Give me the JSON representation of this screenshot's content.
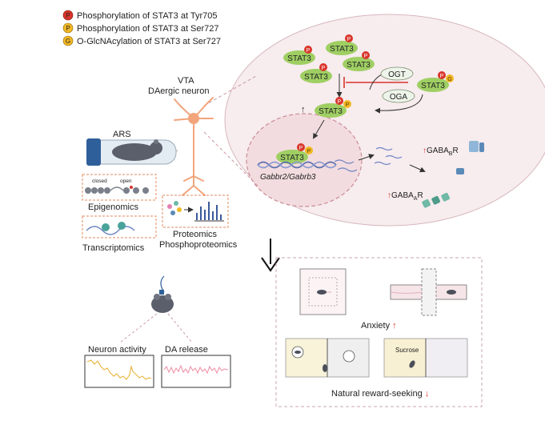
{
  "legend": {
    "items": [
      {
        "badge": "P",
        "color": "#d9352b",
        "text": "Phosphorylation of STAT3 at Tyr705"
      },
      {
        "badge": "P",
        "color": "#f2b824",
        "text": "Phosphorylation of STAT3 at Ser727"
      },
      {
        "badge": "G",
        "color": "#f2b824",
        "text": "O-GlcNAcylation of STAT3 at Ser727"
      }
    ]
  },
  "left": {
    "vta": "VTA",
    "neuron": "DAergic neuron",
    "ars": "ARS",
    "epi_closed": "closed",
    "epi_open": "open",
    "epigenomics": "Epigenomics",
    "transcriptomics": "Transcriptomics",
    "proteomics": "Proteomics",
    "phospho": "Phosphoproteomics"
  },
  "cell": {
    "stat3": "STAT3",
    "ogt": "OGT",
    "oga": "OGA",
    "gene": "Gabbr2/Gabrb3",
    "gaba_b": "GABA",
    "gaba_b_sub": "B",
    "gaba_b_r": "R",
    "gaba_a": "GABA",
    "gaba_a_sub": "A",
    "gaba_a_r": "R",
    "up_arrow": "↑"
  },
  "bottom": {
    "neuron_activity": "Neuron activity",
    "da_release": "DA release",
    "anxiety": "Anxiety",
    "sucrose": "Sucrose",
    "reward": "Natural reward-seeking"
  },
  "colors": {
    "stat3": "#9fcf63",
    "stat3_text": "#1f3d10",
    "tyr": "#d9352b",
    "ser": "#f2b824",
    "cell_bg": "#f7ecee",
    "nucleus": "#f3dcdf",
    "neuron": "#f2a57c",
    "activity": "#e9b33a",
    "da": "#ef94a8"
  }
}
